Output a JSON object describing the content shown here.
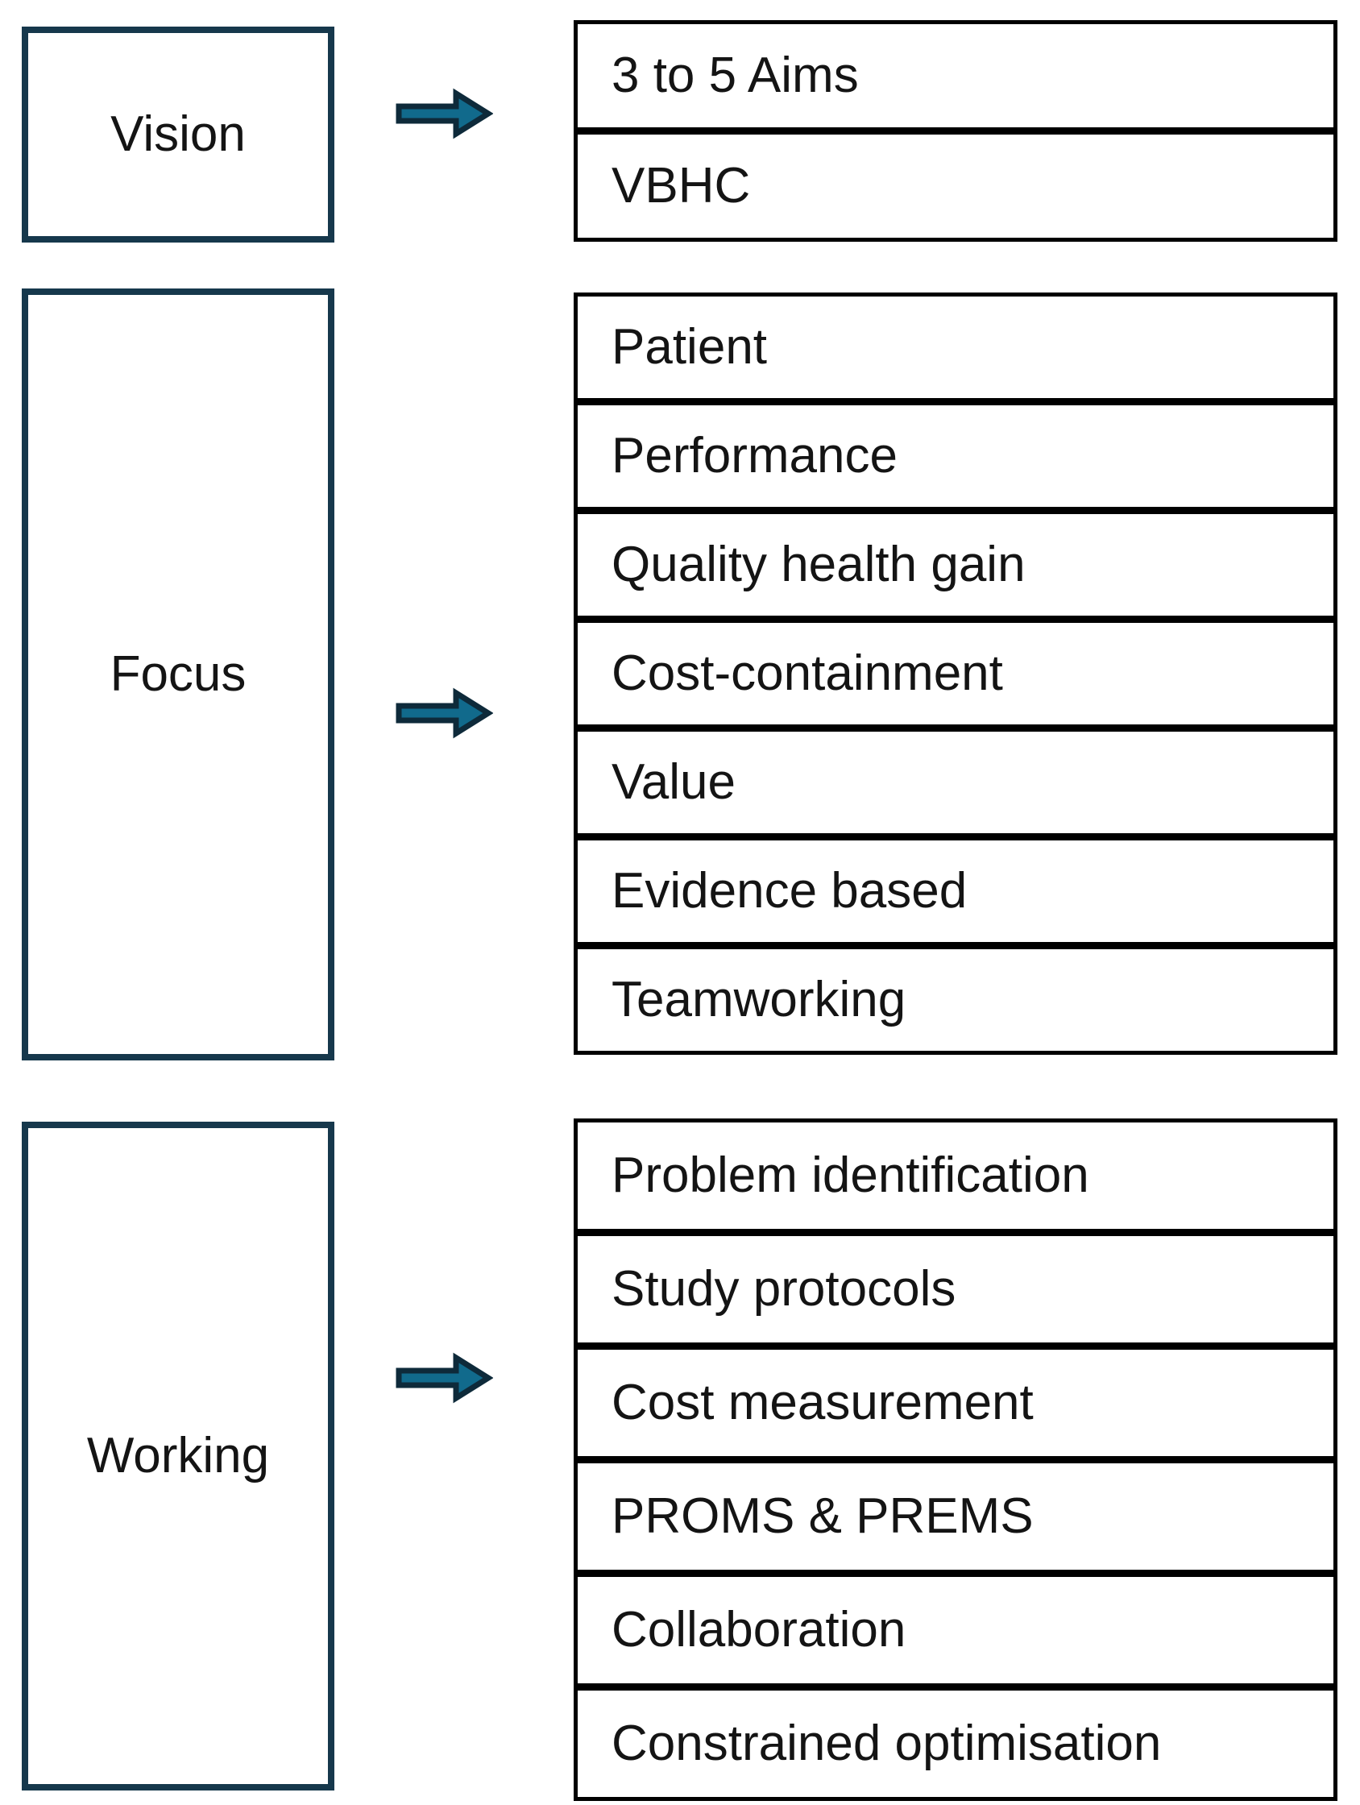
{
  "diagram": {
    "colors": {
      "left_box_border": "#16384c",
      "arrow_fill": "#116a8c",
      "arrow_outline": "#0e2a3a",
      "right_box_border": "#000000",
      "text": "#141414",
      "background": "#ffffff"
    }
  },
  "sections": [
    {
      "label": "Vision",
      "items": [
        "3 to 5 Aims",
        "VBHC"
      ]
    },
    {
      "label": "Focus",
      "items": [
        "Patient",
        "Performance",
        "Quality health gain",
        "Cost-containment",
        "Value",
        "Evidence based",
        "Teamworking"
      ]
    },
    {
      "label": "Working",
      "items": [
        "Problem identification",
        "Study protocols",
        "Cost measurement",
        "PROMS & PREMS",
        "Collaboration",
        "Constrained optimisation"
      ]
    }
  ]
}
